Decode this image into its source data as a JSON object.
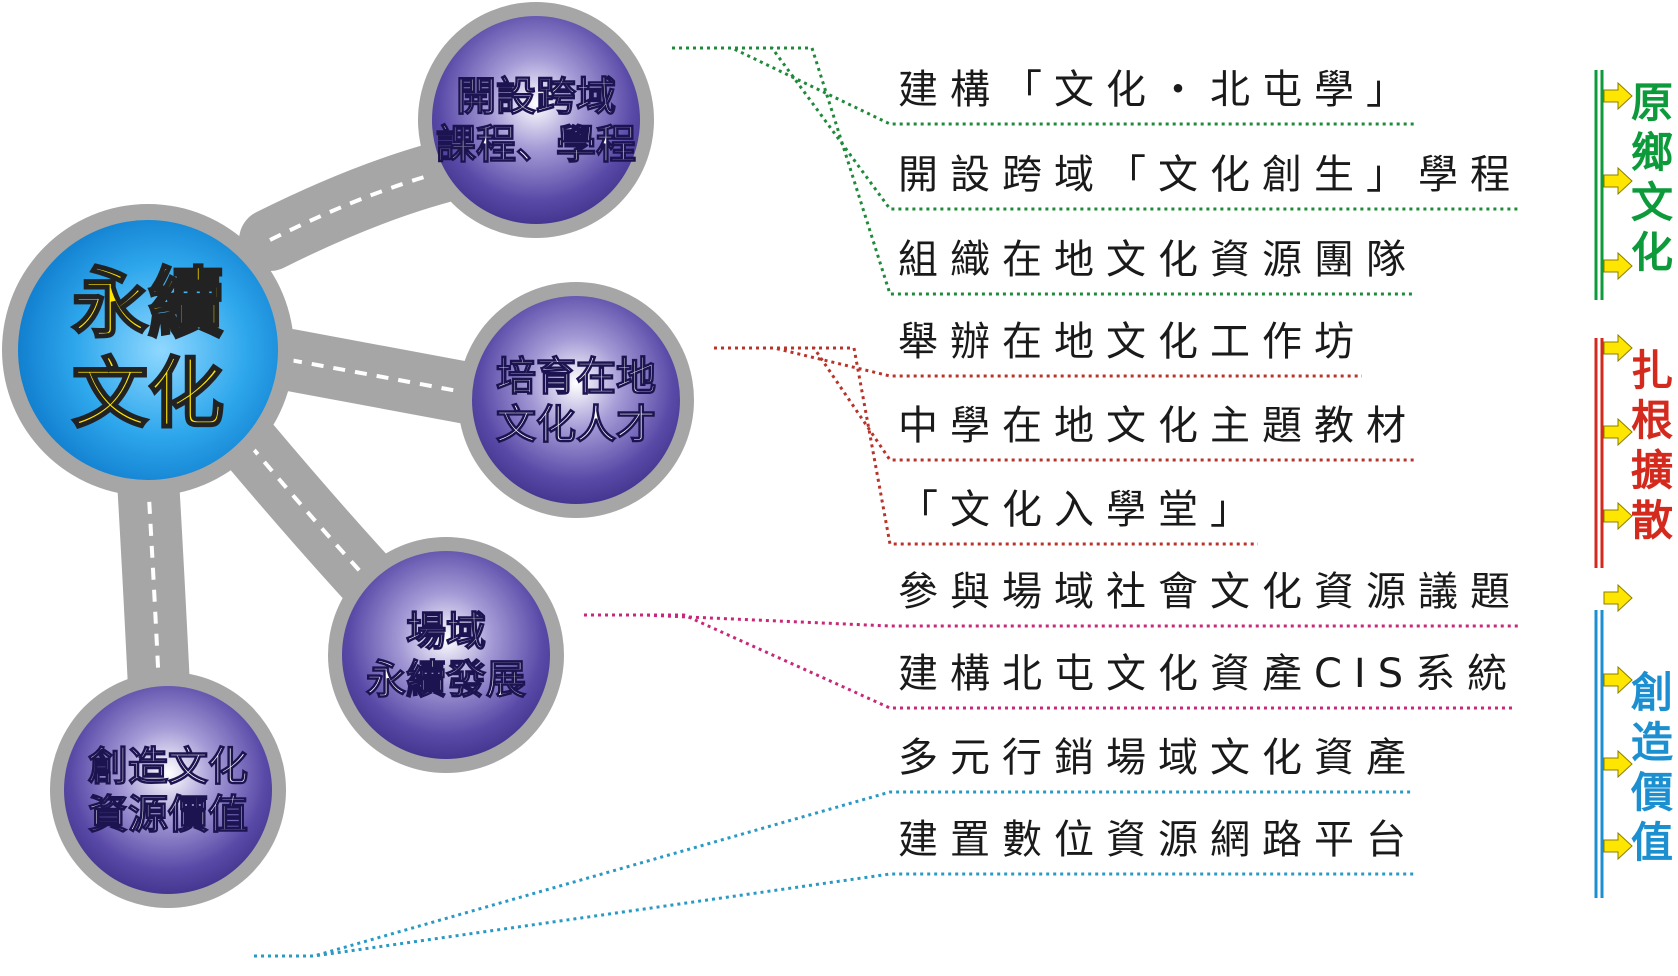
{
  "center": {
    "label": "永續\n文化",
    "color": "#ffe600"
  },
  "nodes": [
    {
      "id": "courses",
      "label": "開設跨域\n課程、學程"
    },
    {
      "id": "talent",
      "label": "培育在地\n文化人才"
    },
    {
      "id": "site",
      "label": "場域\n永續發展"
    },
    {
      "id": "value",
      "label": "創造文化\n資源價值"
    }
  ],
  "items": [
    {
      "text": "建構「文化・北屯學」",
      "group": 0
    },
    {
      "text": "開設跨域「文化創生」學程",
      "group": 0
    },
    {
      "text": "組織在地文化資源團隊",
      "group": 0
    },
    {
      "text": "舉辦在地文化工作坊",
      "group": 1
    },
    {
      "text": "中學在地文化主題教材",
      "group": 1
    },
    {
      "text": "「文化入學堂」",
      "group": 1
    },
    {
      "text": "參與場域社會文化資源議題",
      "group": 2
    },
    {
      "text": "建構北屯文化資產CIS系統",
      "group": 2
    },
    {
      "text": "多元行銷場域文化資產",
      "group": 3
    },
    {
      "text": "建置數位資源網路平台",
      "group": 3
    }
  ],
  "groups": [
    {
      "label": "原鄉文化",
      "color": "#0d9a3a"
    },
    {
      "label": "扎根擴散",
      "color": "#d42a1e"
    },
    {
      "label": "創造價值",
      "color": "#1c8fd0"
    }
  ],
  "line_colors": [
    "#1f8a3a",
    "#b8342a",
    "#c8287a",
    "#2a9ac4"
  ]
}
